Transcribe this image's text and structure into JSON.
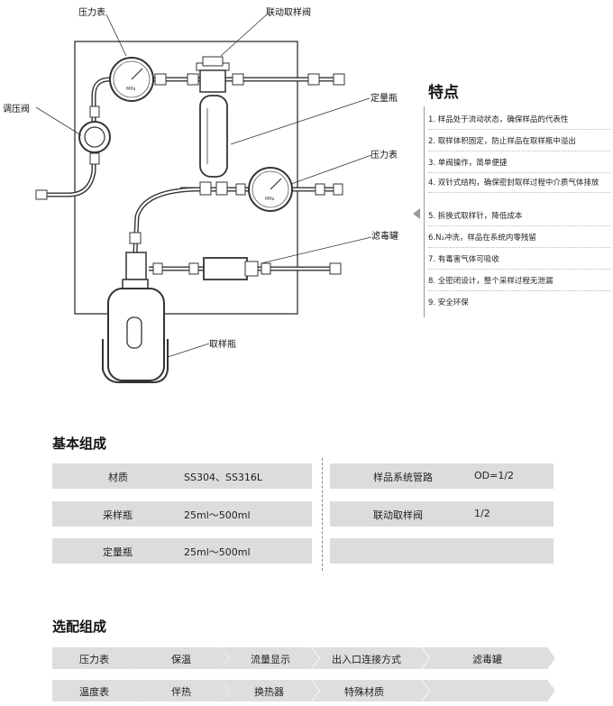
{
  "diagram": {
    "labels": {
      "gauge_top": "压力表",
      "linked_valve": "联动取样阀",
      "regulator": "调压阀",
      "dosing_bottle": "定量瓶",
      "gauge_right": "压力表",
      "filter_tank": "滤毒罐",
      "sample_bottle": "取样瓶"
    },
    "gauge_text": "MPa"
  },
  "features": {
    "title": "特点",
    "items": [
      "1. 样品处于流动状态，确保样品的代表性",
      "2. 取样体积固定，防止样品在取样瓶中溢出",
      "3. 单阀操作，简单便捷",
      "4. 双针式结构，确保密封取样过程中介质气体排放",
      "5. 拆换式取样针，降低成本",
      "6.N₂冲洗，样品在系统内零残留",
      "7. 有毒害气体可吸收",
      "8. 全密闭设计，整个采样过程无泄漏",
      "9. 安全环保"
    ]
  },
  "basic": {
    "title": "基本组成",
    "rows": [
      {
        "k1": "材质",
        "v1": "SS304、SS316L",
        "k2": "样品系统管路",
        "v2": "OD=1/2"
      },
      {
        "k1": "采样瓶",
        "v1": "25ml～500ml",
        "k2": "联动取样阀",
        "v2": "1/2"
      },
      {
        "k1": "定量瓶",
        "v1": "25ml～500ml",
        "k2": "",
        "v2": ""
      }
    ]
  },
  "optional": {
    "title": "选配组成",
    "row1": [
      "压力表",
      "保温",
      "流量显示",
      "出入口连接方式",
      "滤毒罐"
    ],
    "row2": [
      "温度表",
      "伴热",
      "换热器",
      "特殊材质"
    ]
  }
}
